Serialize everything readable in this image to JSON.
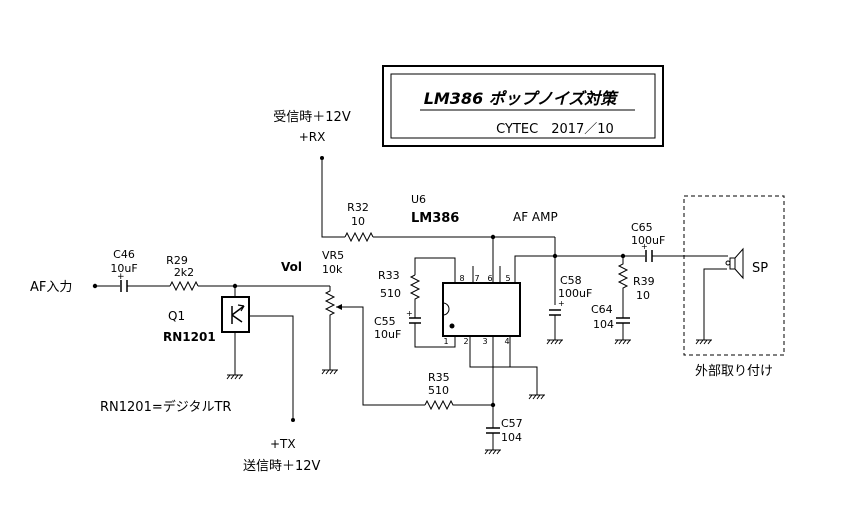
{
  "title_box": {
    "title": "LM386  ポップノイズ対策",
    "credit": "CYTEC　2017／10"
  },
  "power": {
    "rx_label": "受信時＋12V",
    "rx_net": "+RX",
    "tx_net": "+TX",
    "tx_label": "送信時＋12V"
  },
  "input": {
    "label": "AF入力"
  },
  "components": {
    "c46": {
      "ref": "C46",
      "value": "10uF"
    },
    "r29": {
      "ref": "R29",
      "value": "2k2"
    },
    "q1": {
      "ref": "Q1",
      "part": "RN1201",
      "note": "RN1201=デジタルTR"
    },
    "vol": {
      "label": "Vol"
    },
    "vr5": {
      "ref": "VR5",
      "value": "10k"
    },
    "r32": {
      "ref": "R32",
      "value": "10"
    },
    "u6": {
      "ref": "U6",
      "part": "LM386",
      "function": "AF AMP"
    },
    "r33": {
      "ref": "R33",
      "value": "510"
    },
    "c55": {
      "ref": "C55",
      "value": "10uF"
    },
    "r35": {
      "ref": "R35",
      "value": "510"
    },
    "c57": {
      "ref": "C57",
      "value": "104"
    },
    "c58": {
      "ref": "C58",
      "value": "100uF"
    },
    "r39": {
      "ref": "R39",
      "value": "10"
    },
    "c64": {
      "ref": "C64",
      "value": "104"
    },
    "c65": {
      "ref": "C65",
      "value": "100uF"
    }
  },
  "ic_pins": [
    "8",
    "7",
    "6",
    "5",
    "1",
    "2",
    "3",
    "4"
  ],
  "speaker": {
    "label": "SP",
    "box_label": "外部取り付け"
  }
}
